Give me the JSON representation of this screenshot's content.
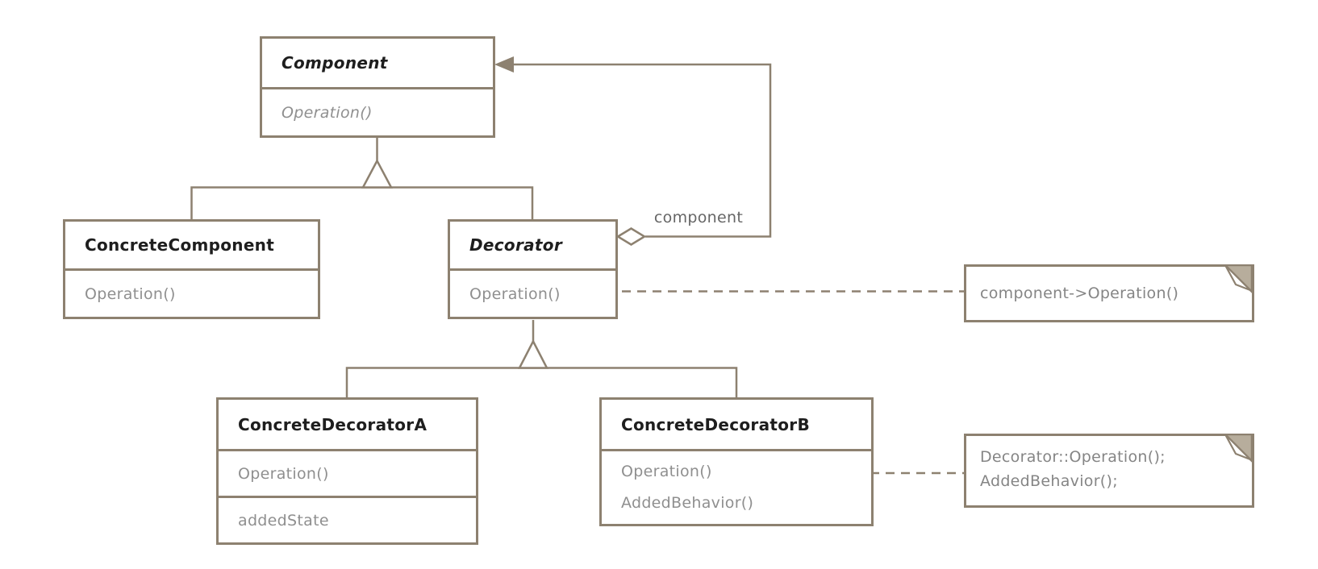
{
  "diagram": {
    "kind": "uml-class-diagram",
    "classes": {
      "component": {
        "name": "Component",
        "member1": "Operation()"
      },
      "concreteComponent": {
        "name": "ConcreteComponent",
        "member1": "Operation()"
      },
      "decorator": {
        "name": "Decorator",
        "member1": "Operation()"
      },
      "concreteDecoratorA": {
        "name": "ConcreteDecoratorA",
        "member1": "Operation()",
        "member2": "addedState"
      },
      "concreteDecoratorB": {
        "name": "ConcreteDecoratorB",
        "member1": "Operation()",
        "member2": "AddedBehavior()"
      }
    },
    "notes": {
      "note1": {
        "line1": "component->Operation()"
      },
      "note2": {
        "line1": "Decorator::Operation();",
        "line2": "AddedBehavior();"
      }
    },
    "labels": {
      "aggregationRole": "component"
    },
    "colors": {
      "line": "#8d8170",
      "titleText": "#1e1e1e",
      "memberText": "#8f8f8f",
      "noteText": "#858585",
      "labelText": "#666666",
      "foldFill": "#b7ad9c",
      "background": "#ffffff"
    }
  }
}
